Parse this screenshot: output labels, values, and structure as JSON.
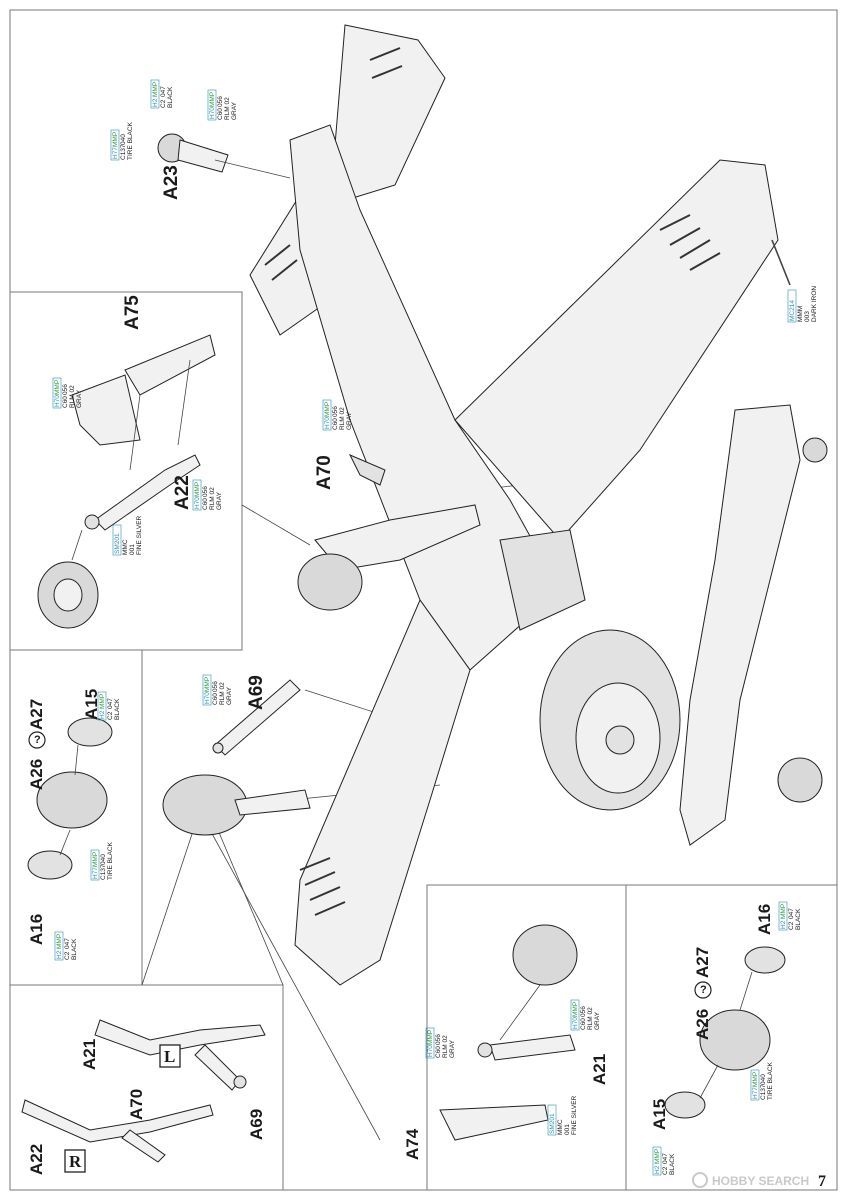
{
  "labels": {
    "A23": "A23",
    "A75": "A75",
    "A22": "A22",
    "A70": "A70",
    "A69": "A69",
    "A26": "A26",
    "A27": "A27",
    "A15": "A15",
    "A16": "A16",
    "A21": "A21",
    "A74": "A74",
    "L": "L",
    "R": "R"
  },
  "paints": {
    "black": {
      "h": "H2",
      "mmp": "MMP",
      "c": "C2",
      "m": "047",
      "name": "BLACK"
    },
    "tire_black": {
      "h": "H77",
      "mmp": "MMP",
      "c": "C137",
      "m": "040",
      "name": "TIRE BLACK"
    },
    "rlm02": {
      "h": "H70",
      "mmp": "MMP",
      "c": "C60",
      "m": "056",
      "name": "RLM 02",
      "name2": "GRAY"
    },
    "fine_silver": {
      "h": "SM201",
      "mmp": "MMC",
      "m": "001",
      "name": "FINE SILVER"
    },
    "dark_iron": {
      "h": "MC214",
      "mmp": "MMM",
      "m": "003",
      "name": "DARK IRON"
    }
  },
  "symbol": "?",
  "watermark": "HOBBY SEARCH",
  "page_number": "7",
  "colors": {
    "outline": "#222222",
    "paint_box": "#2a8fb8",
    "paint_text": "#1a1a1a"
  }
}
